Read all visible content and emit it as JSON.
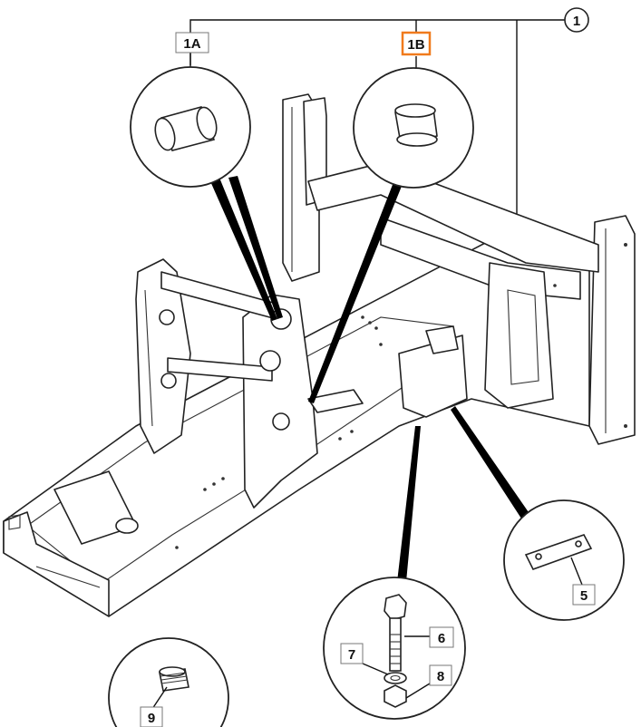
{
  "callouts": {
    "ref_1": "1",
    "ref_1a": "1A",
    "ref_1b": "1B",
    "ref_5": "5",
    "ref_6": "6",
    "ref_7": "7",
    "ref_8": "8",
    "ref_9": "9"
  },
  "colors": {
    "highlight": "#f07a1c",
    "line": "#222222",
    "background": "#ffffff"
  },
  "highlighted_callout": "1B"
}
